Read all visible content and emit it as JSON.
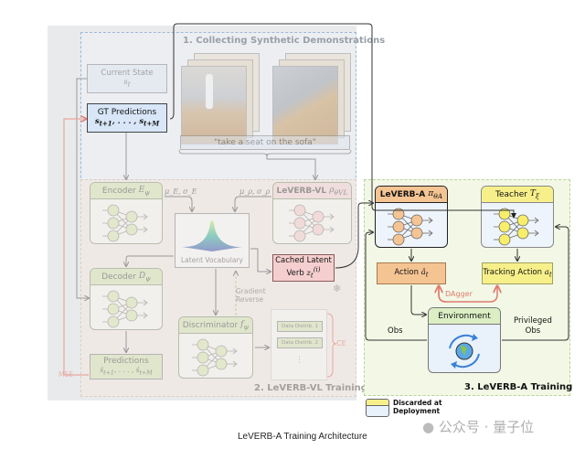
{
  "figure": {
    "caption": "LeVERB-A Training Architecture",
    "watermark": "公众号 · 量子位"
  },
  "section1": {
    "title": "1. Collecting Synthetic Demonstrations",
    "current_state": {
      "label": "Current State",
      "math": "s_t"
    },
    "gt_predictions": {
      "label": "GT Predictions",
      "math": "s_{t+1}, ..., s_{t+M}"
    },
    "instruction": "\"take a seat on the sofa\""
  },
  "section2": {
    "title": "2. LeVERB-VL Training",
    "encoder": {
      "label": "Encoder",
      "math": "E_ψ"
    },
    "encoder_out": "μ_E, σ_E",
    "leverb_vl": {
      "label": "LeVERB-VL",
      "math": "ρ_θVL"
    },
    "leverb_vl_out": "μ_ρ, σ_ρ",
    "latent_vocab": "Latent Vocabulary",
    "cached_latent": {
      "line1": "Cached Latent",
      "line2": "Verb",
      "math": "z_t^(i)"
    },
    "decoder": {
      "label": "Decoder",
      "math": "D_ψ"
    },
    "gradient_reverse": [
      "Gradient",
      "Reverse"
    ],
    "discriminator": {
      "label": "Discriminator",
      "math": "f_ψ"
    },
    "data_distribs": [
      "Data Distrib. 1",
      "Data Distrib. 2",
      "⋮"
    ],
    "ce_label": "CE",
    "predictions": {
      "label": "Predictions",
      "math": "ŝ_{t+1}, ..., ŝ_{t+M}"
    },
    "mse_label": "MSE"
  },
  "section3": {
    "title": "3. LeVERB-A Training",
    "leverb_a": {
      "label": "LeVERB-A",
      "math": "π_θA"
    },
    "teacher": {
      "label": "Teacher",
      "math": "T_ξ"
    },
    "action": {
      "label": "Action",
      "math": "â_t"
    },
    "tracking_action": {
      "label": "Tracking Action",
      "math": "a_t"
    },
    "dagger": "DAgger",
    "environment": "Environment",
    "obs": "Obs",
    "privileged_obs": [
      "Privileged",
      "Obs"
    ]
  },
  "legend": {
    "label_line1": "Discarded at",
    "label_line2": "Deployment"
  },
  "colors": {
    "green_header": "#d5e4b8",
    "pink_header": "#f2d4d4",
    "orange": "#f5c493",
    "yellow": "#f7f08a",
    "light_blue": "#e8f0fa",
    "dagger_red": "#e07a6e",
    "mse_red": "#e8a79e"
  }
}
